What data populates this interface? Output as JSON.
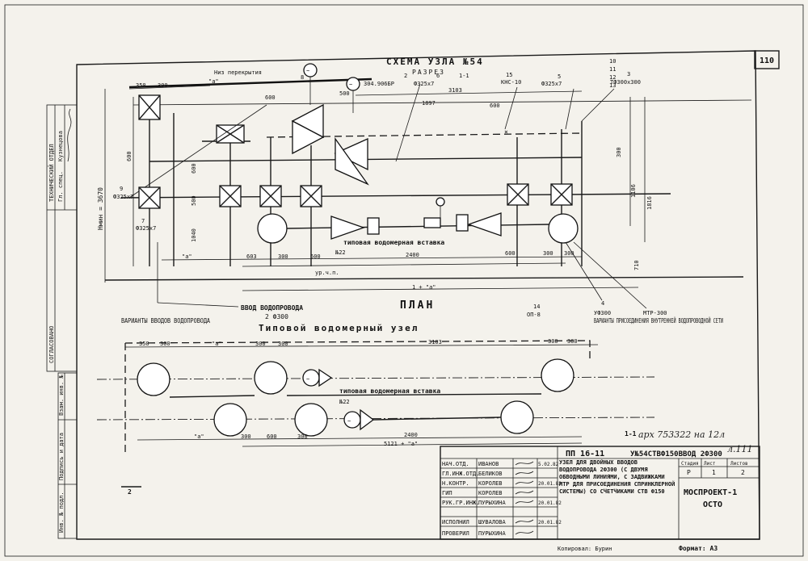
{
  "sheet_number": "110",
  "title_top": "СХЕМА УЗЛА №54",
  "section_title": "РАЗРЕЗ",
  "section_mark": "1-1",
  "plan_title": "ПЛАН",
  "typical_node_title": "Типовой водомерный узел",
  "variants_inputs": "ВАРИАНТЫ ВВОДОВ ВОДОПРОВОДА",
  "variants_internal": "ВАРИАНТЫ ПРИСОЕДИНЕНИЯ ВНУТРЕННЕЙ ВОДОПРОВОДНОЙ СЕТИ",
  "input_label": "ВВОД ВОДОПРОВОДА",
  "input_diam": "2 Ф300",
  "insert_label": "типовая водомерная вставка",
  "insert_no": "№22",
  "ceiling_label": "Низ перекрытия",
  "floor_label": "ур.ч.п.",
  "height_label": "Hмин = 3670",
  "callouts": {
    "c2": "304.906БР",
    "c6": "Ф325х7",
    "c15": "КНС-10",
    "c5": "Ф325х7",
    "c3": "ТФ300х300",
    "c9": "Ф325х7",
    "c7": "Ф325х7",
    "c14": "ОП-8",
    "c4": "УФ300",
    "c_mtr": "МТР-300",
    "n2": "2",
    "n6": "6",
    "n15": "15",
    "n5": "5",
    "n3": "3",
    "n9": "9",
    "n7": "7",
    "n14": "14",
    "n4": "4",
    "n8": "8",
    "n10": "10",
    "n11": "11",
    "n12": "12",
    "n13": "13"
  },
  "dims_section": {
    "d350": "350",
    "d300": "300",
    "da": "\"а\"",
    "d600": "600",
    "d500": "500",
    "d3103": "3103",
    "d1897": "1897",
    "d600b": "600",
    "d300b": "300",
    "d1106": "1106",
    "d1816": "1816"
  },
  "dims_plan": {
    "d603": "603",
    "d300": "300",
    "d600": "600",
    "d2400": "2400",
    "d600r": "600",
    "d300r": "300",
    "d300r2": "300",
    "d710": "710",
    "total": "1 + \"а\"",
    "d1040": "1040",
    "d600v": "600",
    "d500v": "500"
  },
  "dims_typ": {
    "d350": "350",
    "d300": "300",
    "da": "\"а\"",
    "d300b": "300",
    "d300c": "300",
    "d3103": "3103",
    "d300r": "300",
    "d300r2": "300",
    "d600": "600",
    "d300d": "300",
    "d300e": "300",
    "d5121": "5121 + \"а\"",
    "d2400": "2400",
    "ins_no": "№22",
    "ins_label": "типовая водомерная вставка"
  },
  "side_stamp": {
    "approved": "СОГЛАСОВАНО",
    "dept": "ТЕХНИЧЕСКИЙ ОТДЕЛ",
    "gl_spec": "Гл. спец.",
    "name": "Кузнецова",
    "inv": "Инв. № подл.",
    "sign_date": "Подпись и дата",
    "repl": "Взам. инв. №"
  },
  "project_code": "ПП 16-11",
  "node_code": "У№54СТВФ150ВВОД 2Ф300",
  "archive_note": "арх 753322 на 12л",
  "sheet_ref": "л.111",
  "title_block": {
    "roles": [
      "НАЧ.ОТД.",
      "ГЛ.ИНЖ.ОТД.",
      "Н.КОНТР.",
      "ГИП",
      "РУК.ГР.ИНЖ.",
      "ИСПОЛНИЛ",
      "ПРОВЕРИЛ"
    ],
    "names": [
      "ИВАНОВ",
      "БЕЛИКОВ",
      "КОРОЛЕВ",
      "КОРОЛЕВ",
      "ПУРЫХИНА",
      "ШУВАЛОВА",
      "ПУРЫХИНА"
    ],
    "dates": [
      "5.02.82",
      "",
      "20.01.82",
      "",
      "20.01.82",
      "20.01.82",
      ""
    ],
    "description": "УЗЕЛ ДЛЯ ДВОЙНЫХ ВВОДОВ ВОДОПРОВОДА 2Ф300 (С ДВУМЯ ОБВОДНЫМИ ЛИНИЯМИ, С ЗАДВИЖКАМИ МТР ДЛЯ ПРИСОЕДИНЕНИЯ СПРИНКЛЕРНОЙ СИСТЕМЫ) СО СЧЕТЧИКАМИ СТВ Ф150",
    "stage_h": "Стадия",
    "sheet_h": "Лист",
    "sheets_h": "Листов",
    "stage": "Р",
    "sheet": "1",
    "sheets": "2",
    "org": "МОСПРОЕКТ-1",
    "org2": "ОСТО",
    "copied": "Копировал: Бурин",
    "format": "Формат: А3"
  }
}
